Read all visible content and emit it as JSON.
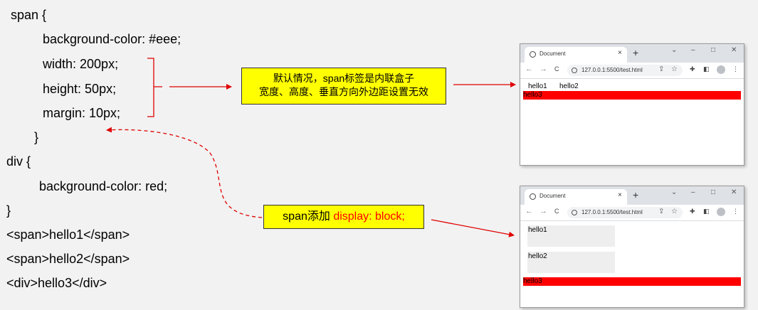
{
  "code_lines": [
    "span {",
    "background-color: #eee;",
    "width: 200px;",
    "height: 50px;",
    "margin: 10px;",
    "}",
    "div {",
    "background-color: red;",
    "}",
    "<span>hello1</span>",
    "<span>hello2</span>",
    "<div>hello3</div>"
  ],
  "callout_top": {
    "line1": "默认情况，span标签是内联盒子",
    "line2": "宽度、高度、垂直方向外边距设置无效"
  },
  "callout_bottom": {
    "prefix": "span添加 ",
    "highlight": "display: block;"
  },
  "browser": {
    "tab_title": "Document",
    "url": "127.0.0.1:5500/test.html",
    "close_glyph": "×",
    "new_tab_glyph": "+",
    "win_chevron": "⌄",
    "win_min": "–",
    "win_max": "□",
    "win_close": "✕",
    "nav_back": "←",
    "nav_forward": "→",
    "nav_reload": "C",
    "share_glyph": "⇪",
    "star_glyph": "☆",
    "ext_glyph": "✚",
    "panel_glyph": "◧",
    "menu_glyph": "⋮"
  },
  "result_inline": {
    "hello1": "hello1",
    "hello2": "hello2",
    "hello3": "hello3"
  },
  "result_block": {
    "hello1": "hello1",
    "hello2": "hello2",
    "hello3": "hello3"
  },
  "colors": {
    "callout_fill": "#ffff00",
    "arrow": "#e00000",
    "div_red": "#ff0000",
    "span_gray": "#eeeeee"
  }
}
